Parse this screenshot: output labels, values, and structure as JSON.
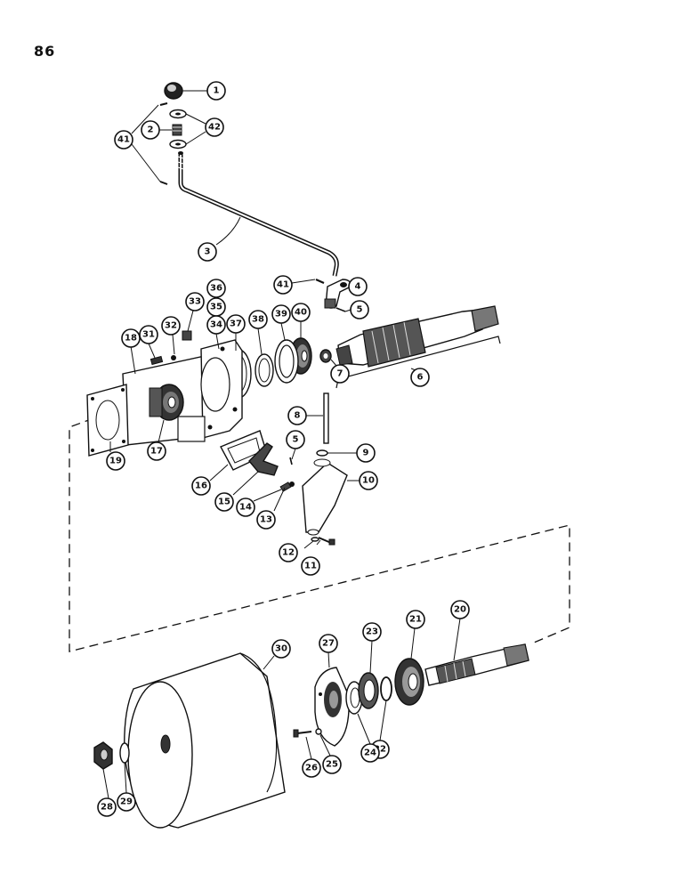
{
  "page": {
    "number": "86"
  },
  "colors": {
    "ink": "#111111",
    "paper": "#ffffff",
    "shade": "#555555",
    "light": "#d9d9d9"
  },
  "callouts": {
    "c1": "1",
    "c2": "2",
    "c3": "3",
    "c4": "4",
    "c5a": "5",
    "c5b": "5",
    "c6": "6",
    "c7": "7",
    "c8": "8",
    "c9": "9",
    "c10": "10",
    "c11": "11",
    "c12": "12",
    "c13": "13",
    "c14": "14",
    "c15": "15",
    "c16": "16",
    "c17": "17",
    "c18": "18",
    "c19": "19",
    "c20": "20",
    "c21": "21",
    "c22": "22",
    "c23": "23",
    "c24": "24",
    "c25": "25",
    "c26": "26",
    "c27": "27",
    "c28": "28",
    "c29": "29",
    "c30": "30",
    "c31": "31",
    "c32": "32",
    "c33": "33",
    "c34": "34",
    "c35": "35",
    "c36": "36",
    "c37": "37",
    "c38": "38",
    "c39": "39",
    "c40": "40",
    "c41a": "41",
    "c41b": "41",
    "c42": "42"
  }
}
